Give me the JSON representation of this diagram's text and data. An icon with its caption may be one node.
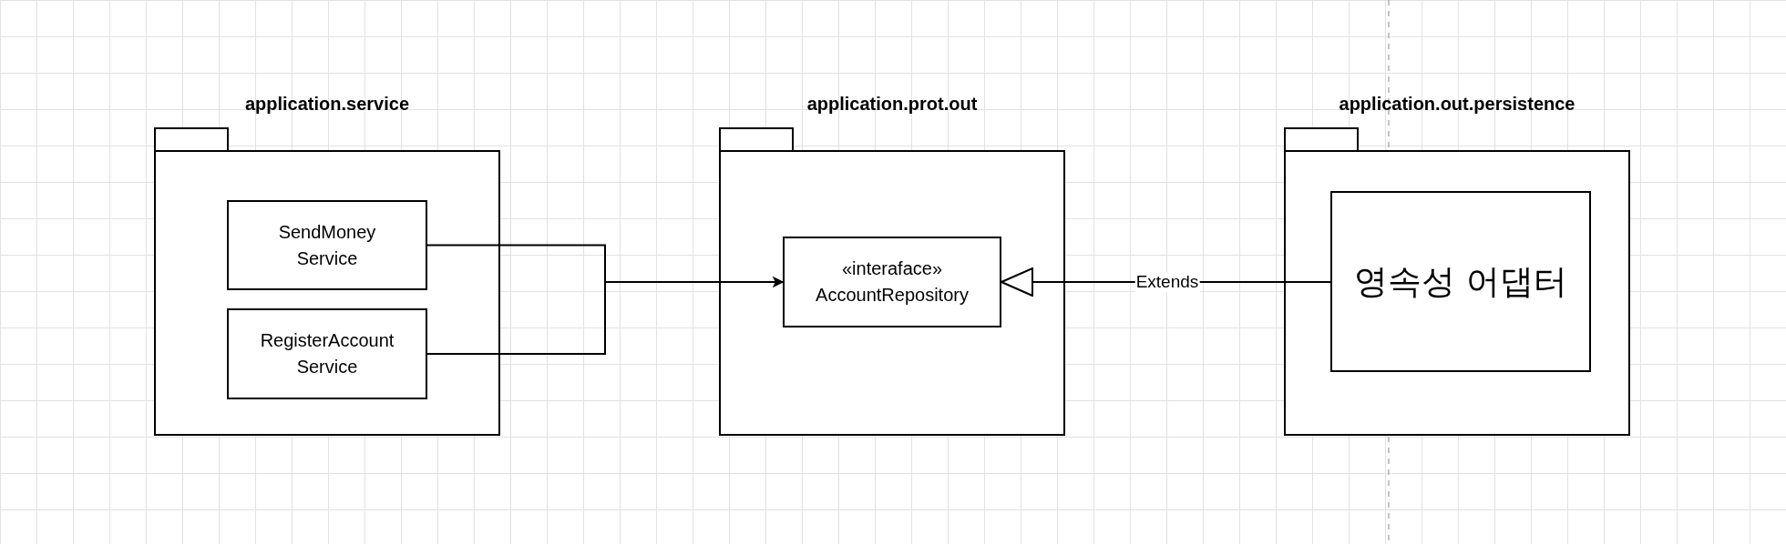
{
  "diagram": {
    "nodes": [
      {
        "text": [
          "application.service"
        ]
      },
      {
        "text": [
          "SendMoney Service"
        ],
        "in": 0
      },
      {
        "text": [
          "RegisterAccount Service"
        ],
        "in": 0
      },
      {
        "text": [
          "application.prot.out"
        ]
      },
      {
        "text": [
          "«interaface» AccountRepository"
        ],
        "in": 3
      },
      {
        "text": [
          "application.out.persistence"
        ]
      },
      {
        "text": [
          "영속성 어댑터"
        ],
        "in": 5
      }
    ],
    "edges": [
      {
        "from": 1,
        "to": 4,
        "arrow": "to"
      },
      {
        "from": 2,
        "to": 4,
        "arrow": "to"
      },
      {
        "from": 6,
        "to": 4,
        "arrow": "to",
        "label": "Extends"
      }
    ]
  }
}
